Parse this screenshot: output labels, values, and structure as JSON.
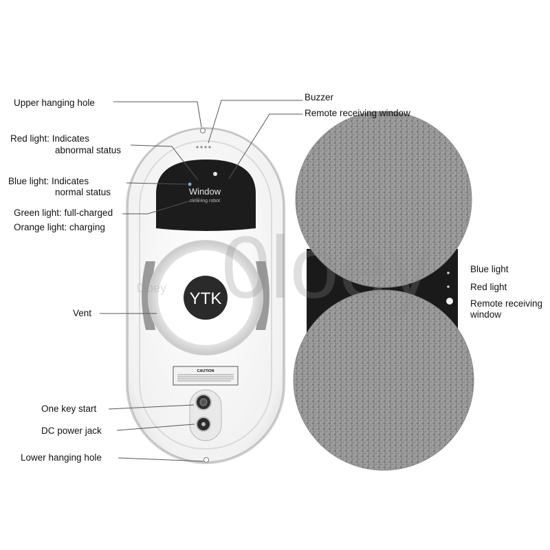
{
  "robot_front": {
    "screen_title": "Window",
    "screen_subtitle": "cleaning robot",
    "logo": "YTK",
    "caution_title": "CAUTION"
  },
  "labels": {
    "upper_hanging_hole": "Upper hanging hole",
    "red_light_l1": "Red light: Indicates",
    "red_light_l2": "abnormal status",
    "blue_light_l1": "Blue light: Indicates",
    "blue_light_l2": "normal status",
    "green_light": "Green light: full-charged",
    "orange_light": "Orange light: charging",
    "vent": "Vent",
    "one_key_start": "One key start",
    "dc_power_jack": "DC power jack",
    "lower_hanging_hole": "Lower hanging hole",
    "buzzer": "Buzzer",
    "remote_receiving_window": "Remote receiving window",
    "back_blue_light": "Blue light",
    "back_red_light": "Red light",
    "back_remote_l1": "Remote receiving",
    "back_remote_l2": "window"
  },
  "watermark": {
    "big": "0loey",
    "small": "0loey"
  },
  "colors": {
    "body_white": "#f4f4f4",
    "panel_dark": "#1c1c1c",
    "pad_gray": "#9a9a9a",
    "leader_line": "#555555"
  }
}
